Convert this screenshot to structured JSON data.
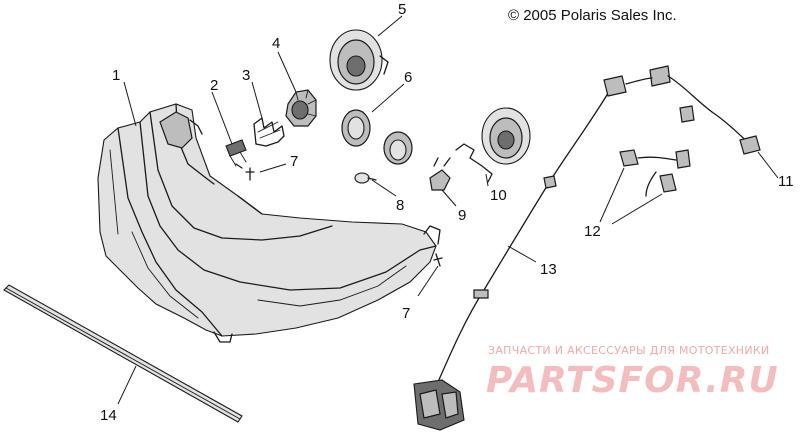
{
  "copyright": "© 2005 Polaris Sales Inc.",
  "watermark": {
    "tagline": "ЗАПЧАСТИ И АКСЕССУАРЫ ДЛЯ МОТОТЕХНИКИ",
    "logo": "PARTSFOR.RU"
  },
  "callouts": [
    "1",
    "2",
    "3",
    "4",
    "5",
    "6",
    "7",
    "7",
    "8",
    "9",
    "10",
    "11",
    "12",
    "13",
    "14"
  ]
}
